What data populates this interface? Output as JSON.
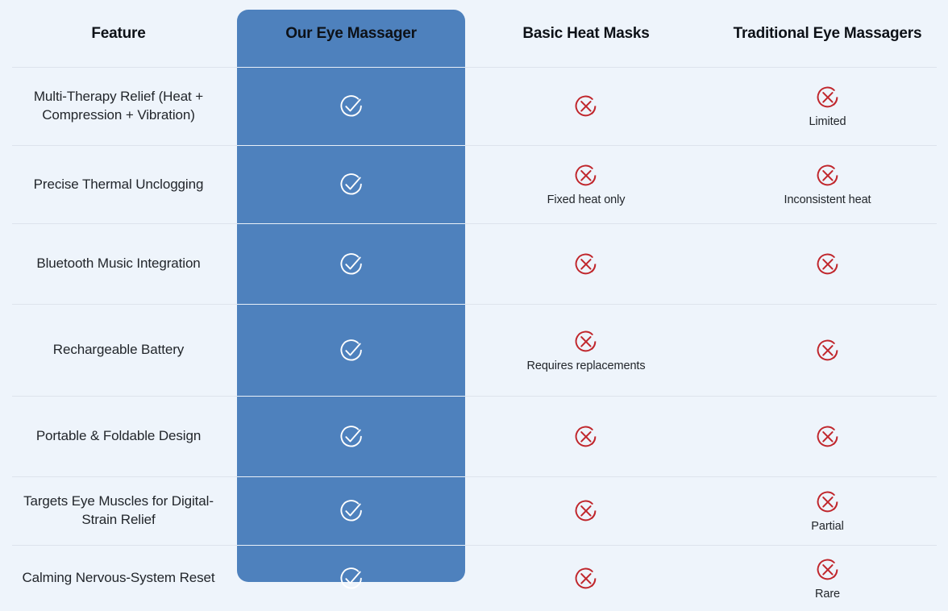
{
  "table": {
    "columns": [
      {
        "key": "feature",
        "label": "Feature",
        "highlight": false
      },
      {
        "key": "ours",
        "label": "Our Eye Massager",
        "highlight": true
      },
      {
        "key": "basic",
        "label": "Basic Heat Masks",
        "highlight": false
      },
      {
        "key": "traditional",
        "label": "Traditional Eye Massagers",
        "highlight": false
      }
    ],
    "rows": [
      {
        "feature": "Multi-Therapy Relief (Heat + Compression + Vibration)",
        "ours": {
          "icon": "check-circle-icon",
          "note": ""
        },
        "basic": {
          "icon": "cross-circle-icon",
          "note": ""
        },
        "traditional": {
          "icon": "cross-circle-icon",
          "note": "Limited"
        }
      },
      {
        "feature": "Precise Thermal Unclogging",
        "ours": {
          "icon": "check-circle-icon",
          "note": ""
        },
        "basic": {
          "icon": "cross-circle-icon",
          "note": "Fixed heat only"
        },
        "traditional": {
          "icon": "cross-circle-icon",
          "note": "Inconsistent heat"
        }
      },
      {
        "feature": "Bluetooth Music Integration",
        "ours": {
          "icon": "check-circle-icon",
          "note": ""
        },
        "basic": {
          "icon": "cross-circle-icon",
          "note": ""
        },
        "traditional": {
          "icon": "cross-circle-icon",
          "note": ""
        }
      },
      {
        "feature": "Rechargeable Battery",
        "ours": {
          "icon": "check-circle-icon",
          "note": ""
        },
        "basic": {
          "icon": "cross-circle-icon",
          "note": "Requires replacements"
        },
        "traditional": {
          "icon": "cross-circle-icon",
          "note": ""
        }
      },
      {
        "feature": "Portable & Foldable Design",
        "ours": {
          "icon": "check-circle-icon",
          "note": ""
        },
        "basic": {
          "icon": "cross-circle-icon",
          "note": ""
        },
        "traditional": {
          "icon": "cross-circle-icon",
          "note": ""
        }
      },
      {
        "feature": "Targets Eye Muscles for Digital-Strain Relief",
        "ours": {
          "icon": "check-circle-icon",
          "note": ""
        },
        "basic": {
          "icon": "cross-circle-icon",
          "note": ""
        },
        "traditional": {
          "icon": "cross-circle-icon",
          "note": "Partial"
        }
      },
      {
        "feature": "Calming Nervous-System Reset",
        "ours": {
          "icon": "check-circle-icon",
          "note": ""
        },
        "basic": {
          "icon": "cross-circle-icon",
          "note": ""
        },
        "traditional": {
          "icon": "cross-circle-icon",
          "note": "Rare"
        }
      }
    ]
  },
  "colors": {
    "page_background": "#eef4fb",
    "highlight_column": "#4e81bd",
    "check_icon": "#ffffff",
    "cross_icon": "#c0262c",
    "divider": "#dde3ec",
    "text": "#22262b",
    "heading_text": "#0d1117"
  }
}
